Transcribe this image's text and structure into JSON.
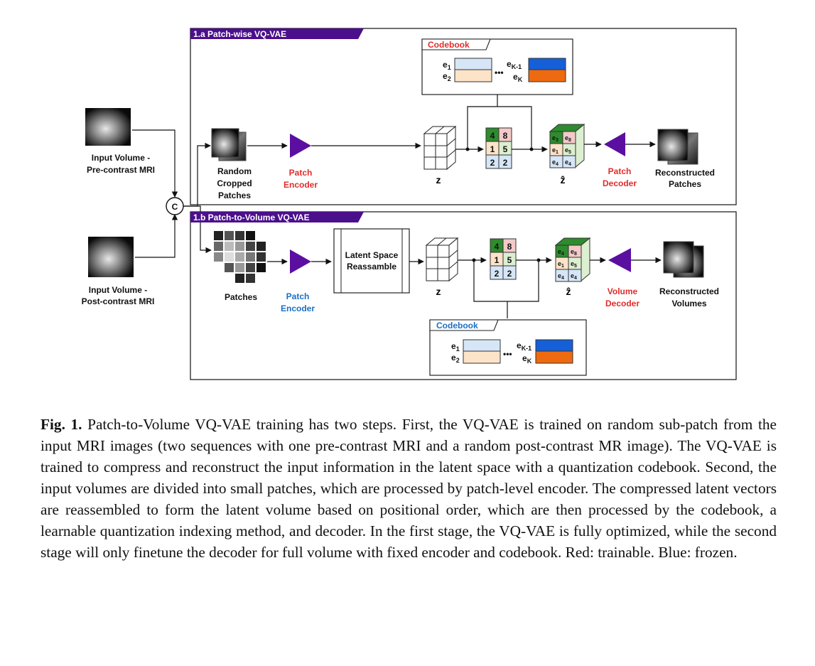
{
  "diagram": {
    "panel_a": {
      "title": "1.a Patch-wise VQ-VAE",
      "codebook_title": "Codebook",
      "codebook_labels": {
        "e1": "e",
        "e2": "e",
        "ek1": "e",
        "ek": "e",
        "sub1": "1",
        "sub2": "2",
        "subk1": "K-1",
        "subk": "K",
        "dots": "•••"
      },
      "patches_label": [
        "Random",
        "Cropped",
        "Patches"
      ],
      "encoder_label": [
        "Patch",
        "Encoder"
      ],
      "z_label": "z",
      "zhat_label": "ẑ",
      "decoder_label": [
        "Patch",
        "Decoder"
      ],
      "output_label": [
        "Reconstructed",
        "Patches"
      ],
      "grid": [
        "4",
        "8",
        "1",
        "5",
        "2",
        "2"
      ],
      "cube_front": [
        "e",
        "e",
        "e",
        "e",
        "e",
        "e"
      ],
      "cube_subs": [
        "3",
        "8",
        "1",
        "5",
        "4",
        "4"
      ]
    },
    "panel_b": {
      "title": "1.b Patch-to-Volume VQ-VAE",
      "codebook_title": "Codebook",
      "patches_label": "Patches",
      "encoder_label": [
        "Patch",
        "Encoder"
      ],
      "reassemble_label": [
        "Latent Space",
        "Reassamble"
      ],
      "z_label": "z",
      "zhat_label": "ẑ",
      "decoder_label": [
        "Volume",
        "Decoder"
      ],
      "output_label": [
        "Reconstructed",
        "Volumes"
      ]
    },
    "input_pre": [
      "Input Volume -",
      "Pre-contrast MRI"
    ],
    "input_post": [
      "Input Volume -",
      "Post-contrast MRI"
    ],
    "concat_symbol": "C"
  },
  "caption": {
    "fig_label": "Fig. 1.",
    "text": " Patch-to-Volume VQ-VAE training has two steps. First, the VQ-VAE is trained on random sub-patch from the input MRI images (two sequences with one pre-contrast MRI and a random post-contrast MR image). The VQ-VAE is trained to compress and reconstruct the input information in the latent space with a quantization codebook. Second, the input volumes are divided into small patches, which are processed by patch-level encoder. The compressed latent vectors are reassembled to form the latent volume based on positional order, which are then processed by the codebook, a learnable quantization indexing method, and decoder. In the first stage, the VQ-VAE is fully optimized, while the second stage will only finetune the decoder for full volume with fixed encoder and codebook. Red: trainable. Blue: frozen."
  },
  "colors": {
    "banner": "#4b0f8c",
    "encoder": "#5b0fa0",
    "trainable": "#e32b2b",
    "frozen": "#1c6fc4",
    "green": "#2e8b2e",
    "light_green": "#dcefd0",
    "peach": "#fde3c8",
    "light_blue": "#d6e6f7",
    "pink": "#f4c9c9",
    "blue_bar": "#1560d8",
    "orange_bar": "#ee6a10"
  }
}
